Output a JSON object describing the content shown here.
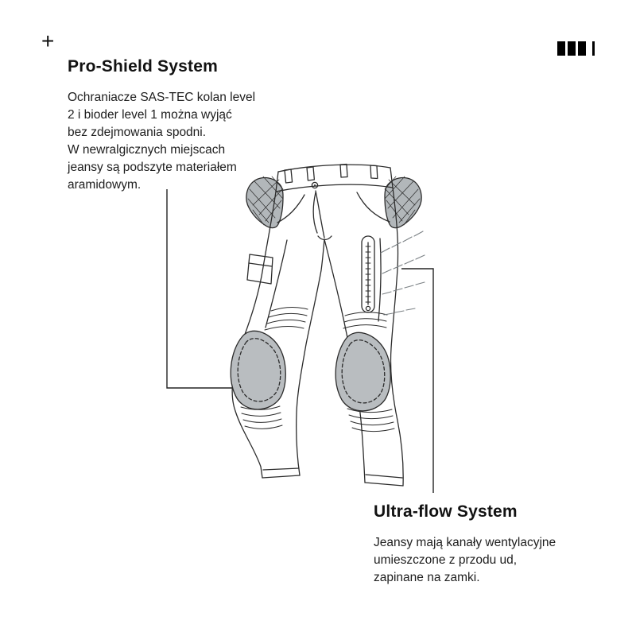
{
  "header": {
    "plus_icon": "+"
  },
  "brand": {
    "logo_icon": "three-bars-and-thin-bar",
    "bar_color": "#000000"
  },
  "annotations": {
    "pro_shield": {
      "title": "Pro-Shield System",
      "lines": [
        "Ochraniacze SAS-TEC kolan level",
        "2 i bioder level 1 można wyjąć",
        "bez zdejmowania spodni.",
        "W newralgicznych miejscach",
        "jeansy są podszyte materiałem",
        "aramidowym."
      ]
    },
    "ultra_flow": {
      "title": "Ultra-flow System",
      "lines": [
        "Jeansy mają kanały wentylacyjne",
        "umieszczone z przodu ud,",
        "zapinane na zamki."
      ]
    }
  },
  "illustration": {
    "subject": "motorcycle jeans technical line drawing with knee protectors, hip aramid patches and ventilation zipper",
    "colors": {
      "line": "#2b2b2b",
      "knee_pad_fill": "#b9bdc0",
      "hip_patch_fill": "#b2b7ba",
      "airflow": "#7a8084",
      "text": "#161616",
      "background": "#ffffff"
    }
  }
}
